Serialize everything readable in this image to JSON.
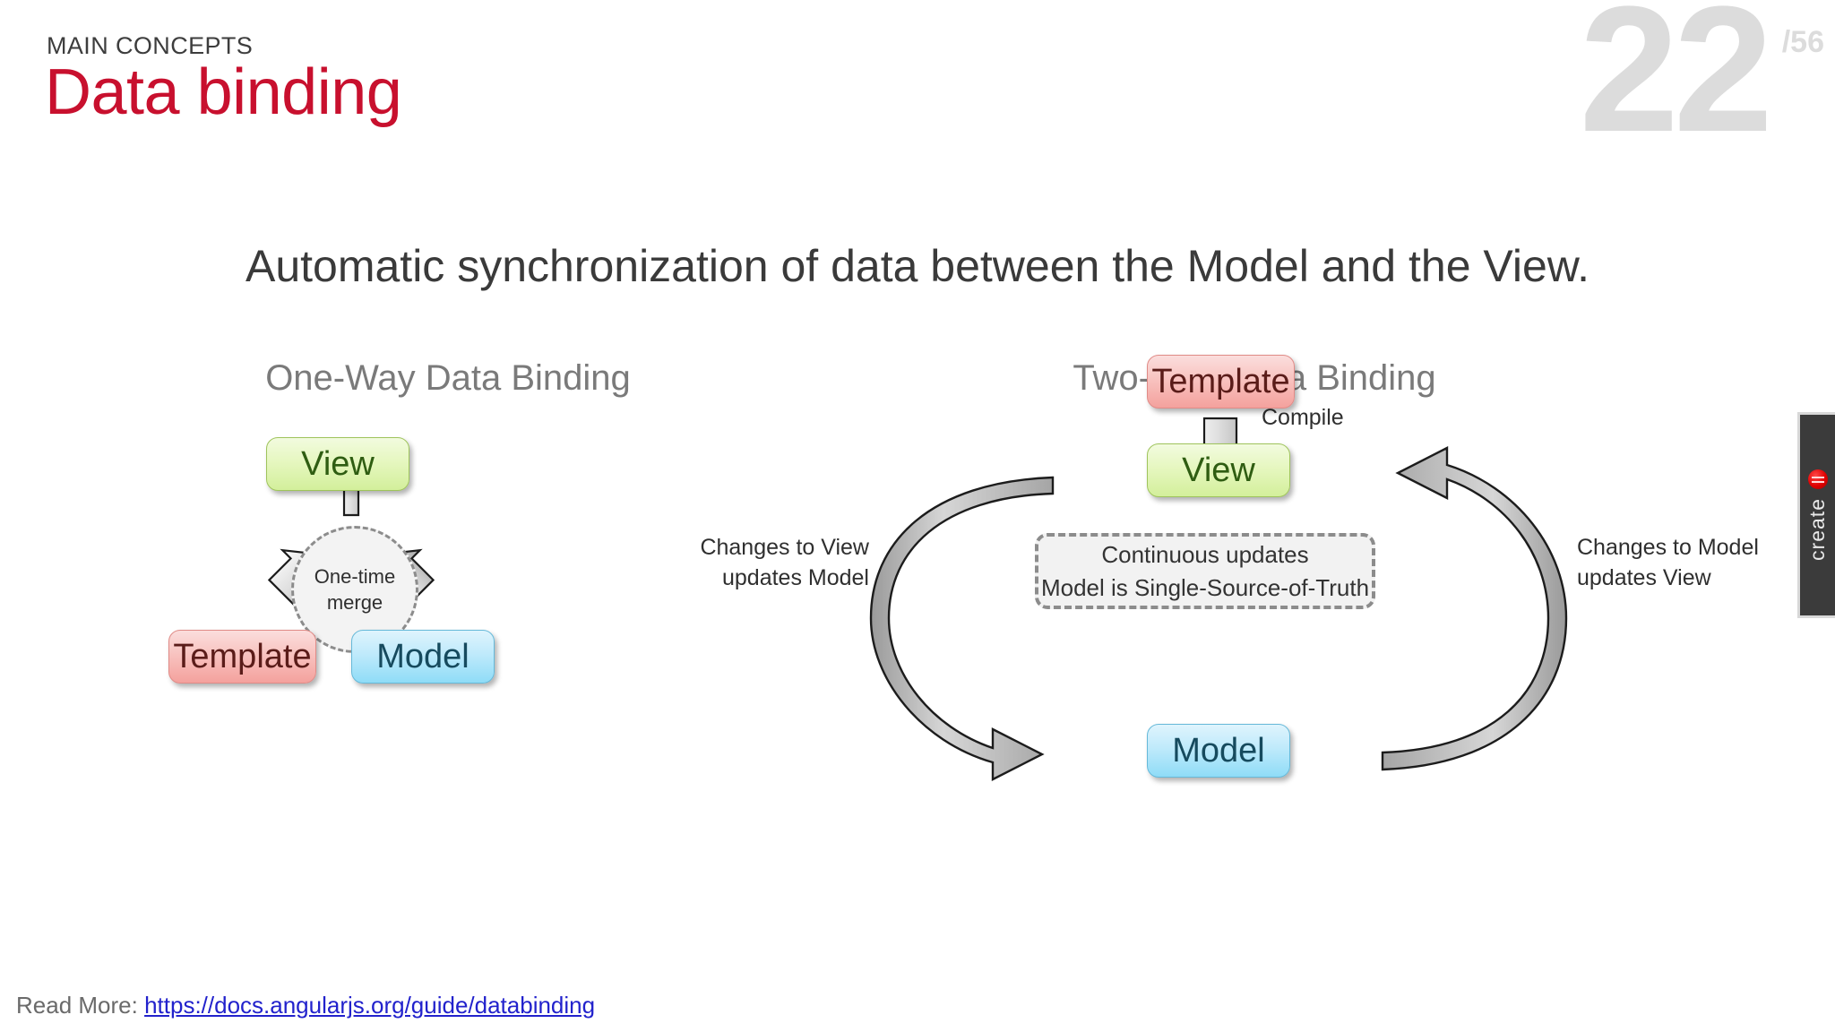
{
  "slide": {
    "kicker": "MAIN CONCEPTS",
    "title": "Data binding",
    "page_number": "22",
    "page_total": "/56",
    "lead": "Automatic synchronization of data between the Model and the View."
  },
  "diagrams": {
    "one_way": {
      "title": "One-Way Data Binding",
      "view_label": "View",
      "merge_line1": "One-time",
      "merge_line2": "merge",
      "template_label": "Template",
      "model_label": "Model"
    },
    "two_way": {
      "title": "Two-Way Data Binding",
      "template_label": "Template",
      "compile_label": "Compile",
      "view_label": "View",
      "model_label": "Model",
      "note_line1": "Continuous updates",
      "note_line2": "Model is Single-Source-of-Truth",
      "left_label_line1": "Changes to View",
      "left_label_line2": "updates Model",
      "right_label_line1": "Changes to Model",
      "right_label_line2": "updates View"
    }
  },
  "footer": {
    "prefix": "Read More: ",
    "link_text": "https://docs.angularjs.org/guide/databinding"
  },
  "side_tab": {
    "label": "create",
    "badge_icon": "red-badge-icon"
  },
  "colors": {
    "title_red": "#c8102e",
    "page_grey": "#dcdcdc",
    "view_green": "#d3ef9b",
    "template_pink": "#f4a19d",
    "model_blue": "#8fdcf7",
    "link_blue": "#2222cc"
  }
}
